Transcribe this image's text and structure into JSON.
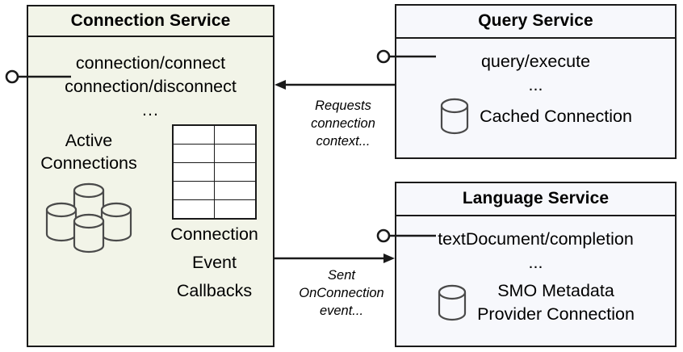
{
  "diagram": {
    "type": "component-diagram",
    "background": "#ffffff",
    "stroke_color": "#1a1a1a",
    "components": [
      {
        "id": "connection-service",
        "title": "Connection Service",
        "fill": "#F2F4E8",
        "operations": [
          "connection/connect",
          "connection/disconnect",
          "..."
        ],
        "left_cluster_label_line1": "Active",
        "left_cluster_label_line2": "Connections",
        "left_cluster_icon": "database-cluster-icon",
        "right_grid_icon": "table-grid-icon",
        "right_grid_rows": 5,
        "right_grid_cols": 2,
        "right_caption_line1": "Connection",
        "right_caption_line2": "Event",
        "right_caption_line3": "Callbacks",
        "provided_interface": "lollipop-interface"
      },
      {
        "id": "query-service",
        "title": "Query Service",
        "fill": "#F7F8FC",
        "operations": [
          "query/execute",
          "..."
        ],
        "resource_icon": "database-cylinder-icon",
        "resource_label": "Cached Connection",
        "provided_interface": "lollipop-interface"
      },
      {
        "id": "language-service",
        "title": "Language Service",
        "fill": "#F7F8FC",
        "operations": [
          "textDocument/completion",
          "..."
        ],
        "resource_icon": "database-cylinder-icon",
        "resource_label_line1": "SMO Metadata",
        "resource_label_line2": "Provider Connection",
        "provided_interface": "lollipop-interface"
      }
    ],
    "connectors": [
      {
        "id": "query-to-connection",
        "from": "query-service",
        "to": "connection-service",
        "direction": "left",
        "label_line1": "Requests",
        "label_line2": "connection",
        "label_line3": "context..."
      },
      {
        "id": "connection-to-language",
        "from": "connection-service",
        "to": "language-service",
        "direction": "right",
        "label_line1": "Sent",
        "label_line2": "OnConnection",
        "label_line3": "event..."
      }
    ]
  }
}
